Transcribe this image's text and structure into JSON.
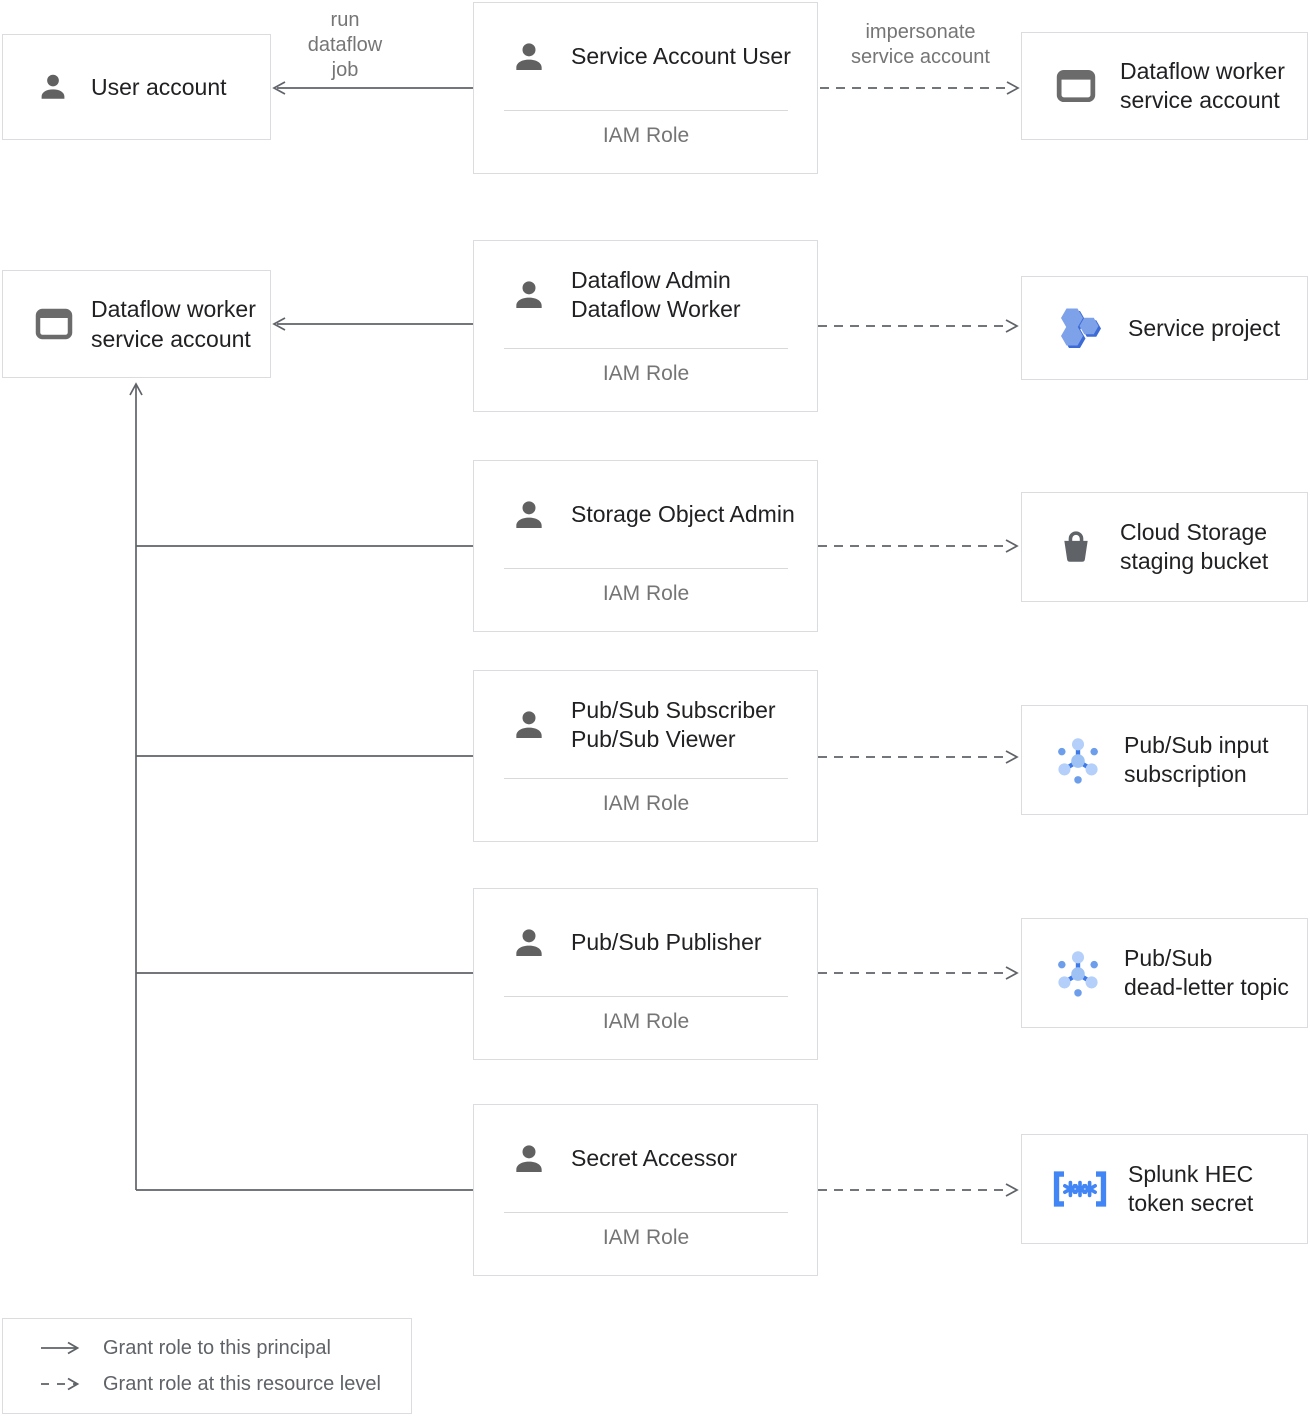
{
  "edges": {
    "run_dataflow_job": [
      "run",
      "dataflow",
      "job"
    ],
    "impersonate": [
      "impersonate",
      "service account"
    ]
  },
  "principals": {
    "user_account": {
      "label": "User account"
    },
    "dataflow_worker_sa": {
      "lines": [
        "Dataflow worker",
        "service account"
      ]
    }
  },
  "roles": [
    {
      "lines": [
        "Service Account User"
      ],
      "sub": "IAM Role"
    },
    {
      "lines": [
        "Dataflow Admin",
        "Dataflow Worker"
      ],
      "sub": "IAM Role"
    },
    {
      "lines": [
        "Storage Object Admin"
      ],
      "sub": "IAM Role"
    },
    {
      "lines": [
        "Pub/Sub Subscriber",
        "Pub/Sub Viewer"
      ],
      "sub": "IAM Role"
    },
    {
      "lines": [
        "Pub/Sub Publisher"
      ],
      "sub": "IAM Role"
    },
    {
      "lines": [
        "Secret Accessor"
      ],
      "sub": "IAM Role"
    }
  ],
  "resources": [
    {
      "icon": "service-account-icon",
      "lines": [
        "Dataflow worker",
        "service account"
      ]
    },
    {
      "icon": "project-icon",
      "lines": [
        "Service project"
      ]
    },
    {
      "icon": "bucket-icon",
      "lines": [
        "Cloud Storage",
        "staging bucket"
      ]
    },
    {
      "icon": "pubsub-icon",
      "lines": [
        "Pub/Sub input",
        "subscription"
      ]
    },
    {
      "icon": "pubsub-icon",
      "lines": [
        "Pub/Sub",
        "dead-letter topic"
      ]
    },
    {
      "icon": "secret-icon",
      "lines": [
        "Splunk HEC",
        "token secret"
      ]
    }
  ],
  "legend": {
    "solid": "Grant role to this principal",
    "dashed": "Grant role at this resource level"
  },
  "colors": {
    "border": "#dadce0",
    "icon_gray": "#616161",
    "line_gray": "#5f6368",
    "text_dark": "#212124",
    "text_gray": "#757575",
    "accent_blue": "#4285f4",
    "hex_face_blue": "#7da2ea",
    "hex_edge_blue": "#3d6bd6"
  }
}
